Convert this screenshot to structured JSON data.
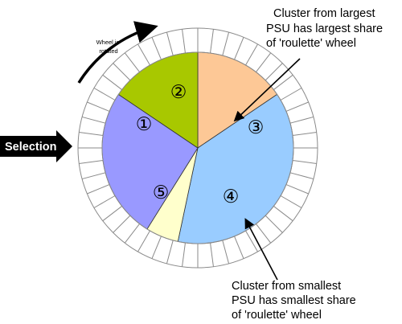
{
  "wheel": {
    "rotation_note": [
      "Wheel is",
      "rotated"
    ],
    "segments": [
      {
        "label": "①",
        "share_deg": 56,
        "color": "#a8c800"
      },
      {
        "label": "②",
        "share_deg": 56,
        "color": "#fdc896"
      },
      {
        "label": "③",
        "share_deg": 136,
        "color": "#99ccff"
      },
      {
        "label": "④",
        "share_deg": 20,
        "color": "#ffffcc"
      },
      {
        "label": "⑤",
        "share_deg": 92,
        "color": "#9999ff"
      }
    ]
  },
  "selection_label": "Selection",
  "annotations": {
    "largest": [
      "Cluster from largest",
      "PSU has largest share",
      "of 'roulette' wheel"
    ],
    "smallest": [
      "Cluster from smallest",
      "PSU has smallest share",
      "of 'roulette' wheel"
    ]
  }
}
